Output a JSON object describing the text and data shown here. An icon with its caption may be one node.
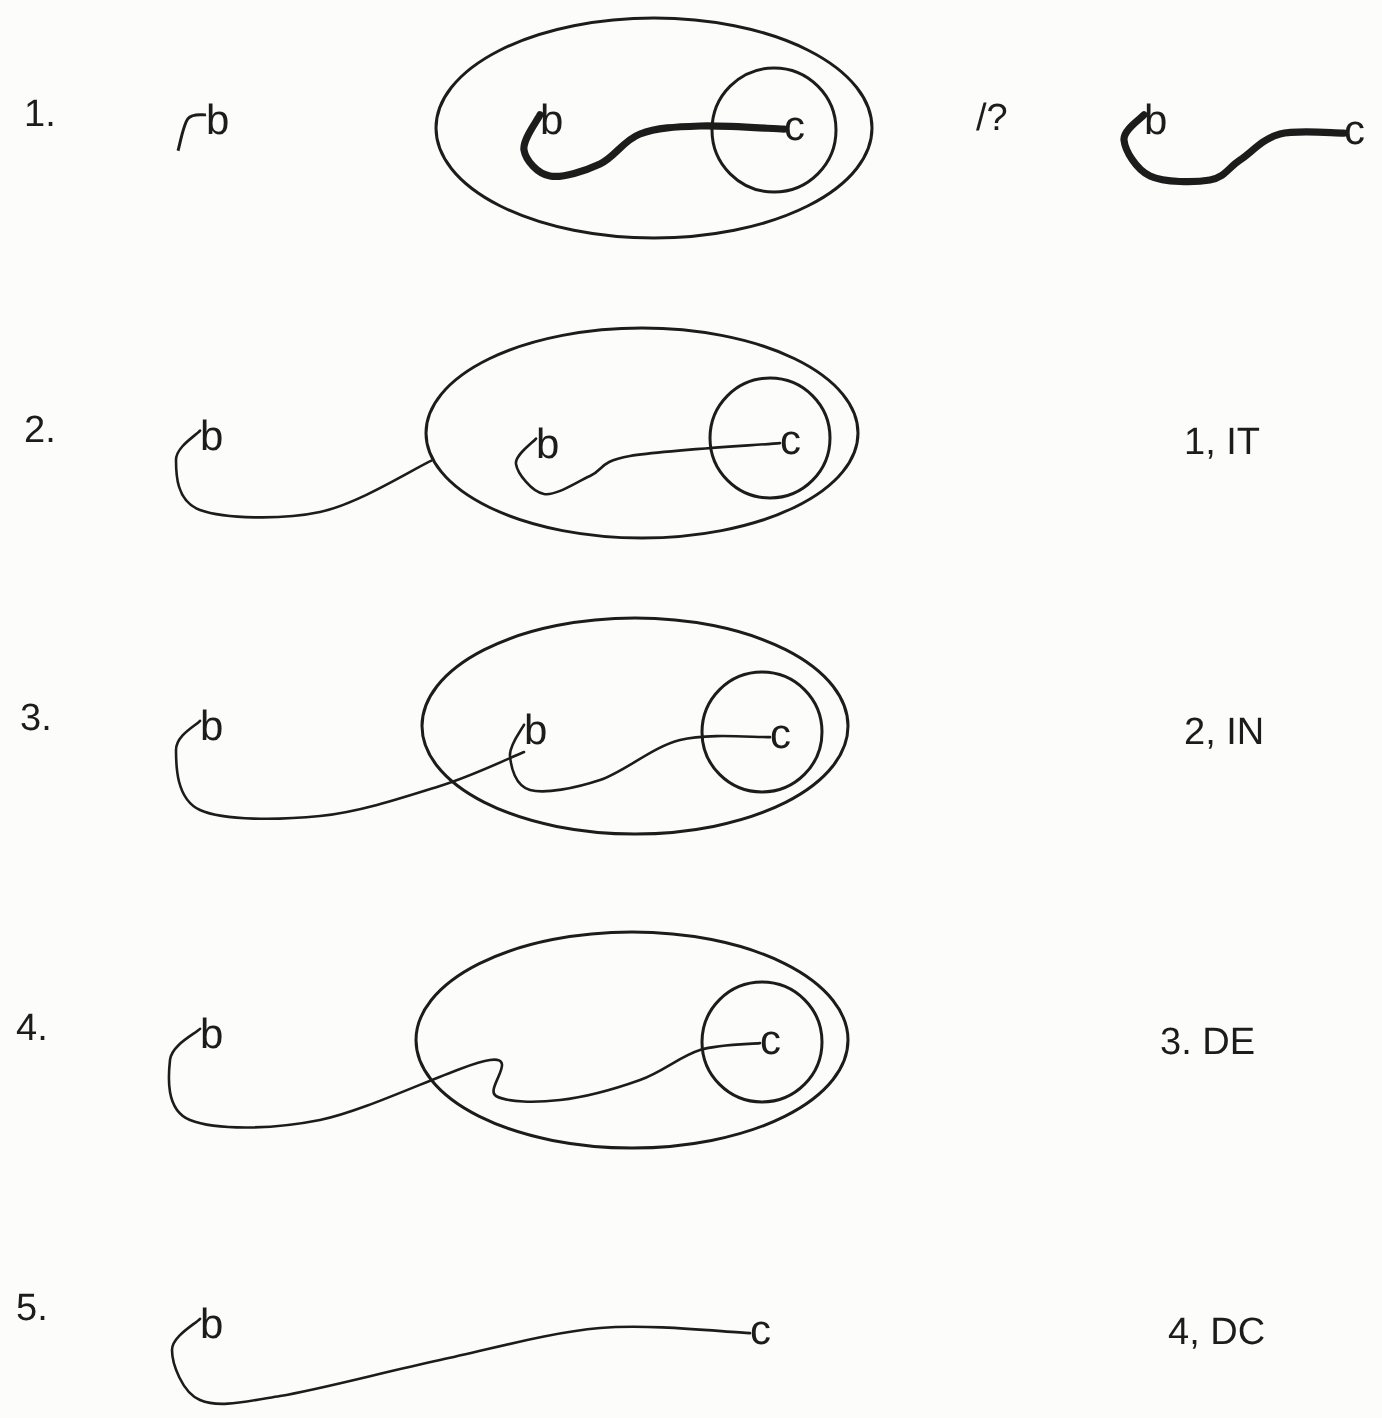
{
  "diagram": {
    "nodes": [
      {
        "text": [
          "b"
        ]
      },
      {
        "text": [],
        "shape": "ellipse"
      },
      {
        "text": [
          "b"
        ],
        "in": 1
      },
      {
        "text": [],
        "shape": "circle",
        "in": 1
      },
      {
        "text": [
          "c"
        ],
        "in": 3
      },
      {
        "text": [
          "b"
        ]
      },
      {
        "text": [
          "c"
        ]
      },
      {
        "text": [
          "b"
        ]
      },
      {
        "text": [],
        "shape": "ellipse"
      },
      {
        "text": [
          "b"
        ],
        "in": 8
      },
      {
        "text": [],
        "shape": "circle",
        "in": 8
      },
      {
        "text": [
          "c"
        ],
        "in": 10
      },
      {
        "text": [
          "b"
        ]
      },
      {
        "text": [],
        "shape": "ellipse"
      },
      {
        "text": [
          "b"
        ],
        "in": 13
      },
      {
        "text": [],
        "shape": "circle",
        "in": 13
      },
      {
        "text": [
          "c"
        ],
        "in": 15
      },
      {
        "text": [
          "b"
        ]
      },
      {
        "text": [],
        "shape": "ellipse"
      },
      {
        "text": [],
        "shape": "circle",
        "in": 18
      },
      {
        "text": [
          "c"
        ],
        "in": 19
      },
      {
        "text": [
          "b"
        ]
      },
      {
        "text": [
          "c"
        ]
      }
    ],
    "edges": [
      {
        "from": 2,
        "to": 4,
        "arrow": "none",
        "style": "thick"
      },
      {
        "from": 5,
        "to": 6,
        "arrow": "none",
        "style": "thick"
      },
      {
        "from": 7,
        "to": 8,
        "arrow": "none"
      },
      {
        "from": 9,
        "to": 11,
        "arrow": "none"
      },
      {
        "from": 12,
        "to": 14,
        "arrow": "none"
      },
      {
        "from": 14,
        "to": 16,
        "arrow": "none"
      },
      {
        "from": 17,
        "to": 20,
        "arrow": "none"
      },
      {
        "from": 21,
        "to": 22,
        "arrow": "none"
      }
    ],
    "labels": [
      "1.",
      "/?",
      "2.",
      "1, IT",
      "3.",
      "2, IN",
      "4.",
      "3. DE",
      "5.",
      "4, DC"
    ]
  }
}
